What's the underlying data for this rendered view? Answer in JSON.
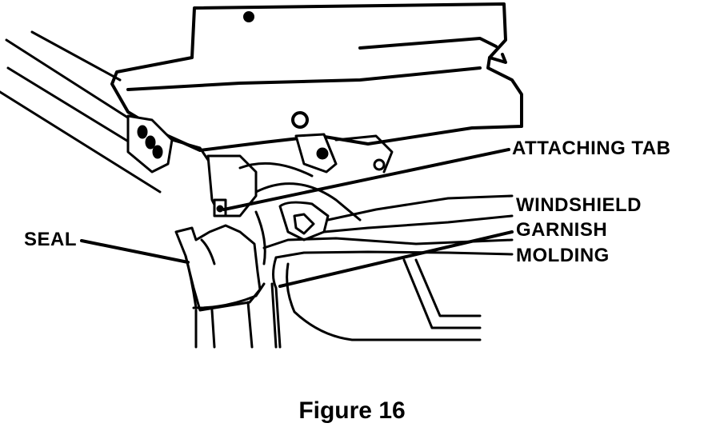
{
  "labels": {
    "attaching_tab": "ATTACHING TAB",
    "windshield_garnish_molding": [
      "WINDSHIELD",
      "GARNISH",
      "MOLDING"
    ],
    "seal": "SEAL"
  },
  "caption": "Figure 16"
}
